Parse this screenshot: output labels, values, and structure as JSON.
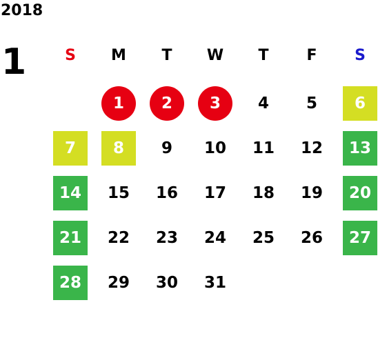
{
  "calendar": {
    "year": "2018",
    "month": "1",
    "weekdays": [
      "S",
      "M",
      "T",
      "W",
      "T",
      "F",
      "S"
    ],
    "colors": {
      "sunday_label": "#e60012",
      "saturday_label": "#1a1acc",
      "holiday": "#e60012",
      "special_day": "#d4de23",
      "weekend": "#3ab54a",
      "text": "#000000"
    },
    "weeks": [
      [
        null,
        {
          "day": "1",
          "style": "holiday"
        },
        {
          "day": "2",
          "style": "holiday"
        },
        {
          "day": "3",
          "style": "holiday"
        },
        {
          "day": "4"
        },
        {
          "day": "5"
        },
        {
          "day": "6",
          "style": "special"
        }
      ],
      [
        {
          "day": "7",
          "style": "special"
        },
        {
          "day": "8",
          "style": "special"
        },
        {
          "day": "9"
        },
        {
          "day": "10"
        },
        {
          "day": "11"
        },
        {
          "day": "12"
        },
        {
          "day": "13",
          "style": "weekend"
        }
      ],
      [
        {
          "day": "14",
          "style": "weekend"
        },
        {
          "day": "15"
        },
        {
          "day": "16"
        },
        {
          "day": "17"
        },
        {
          "day": "18"
        },
        {
          "day": "19"
        },
        {
          "day": "20",
          "style": "weekend"
        }
      ],
      [
        {
          "day": "21",
          "style": "weekend"
        },
        {
          "day": "22"
        },
        {
          "day": "23"
        },
        {
          "day": "24"
        },
        {
          "day": "25"
        },
        {
          "day": "26"
        },
        {
          "day": "27",
          "style": "weekend"
        }
      ],
      [
        {
          "day": "28",
          "style": "weekend"
        },
        {
          "day": "29"
        },
        {
          "day": "30"
        },
        {
          "day": "31"
        },
        null,
        null,
        null
      ]
    ]
  }
}
